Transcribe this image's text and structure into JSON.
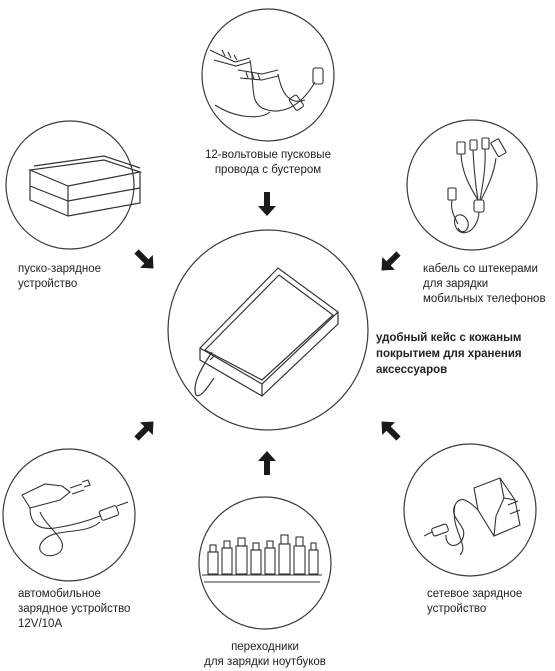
{
  "items": {
    "jumper_cables": {
      "lines": [
        "12-вольтовые пусковые",
        "провода с бустером"
      ]
    },
    "jump_starter": {
      "lines": [
        "пуско-зарядное",
        "устройство"
      ]
    },
    "phone_cable": {
      "lines": [
        "кабель со штекерами",
        "для зарядки",
        "мобильных телефонов"
      ]
    },
    "case": {
      "lines": [
        "удобный кейс с кожаным",
        "покрытием для хранения",
        "аксессуаров"
      ]
    },
    "car_charger": {
      "lines": [
        "автомобильное",
        "зарядное устройство",
        "12V/10A"
      ]
    },
    "laptop_adapters": {
      "lines": [
        "переходники",
        "для зарядки ноутбуков"
      ]
    },
    "wall_charger": {
      "lines": [
        "сетевое зарядное",
        "устройство"
      ]
    }
  },
  "colors": {
    "stroke": "#3a3a3a",
    "arrow": "#1a1a1a",
    "text": "#222222"
  },
  "icons": [
    "jumper-cables-icon",
    "jump-starter-icon",
    "phone-cable-icon",
    "case-icon",
    "car-charger-icon",
    "laptop-adapters-icon",
    "wall-charger-icon",
    "arrow-icon"
  ]
}
